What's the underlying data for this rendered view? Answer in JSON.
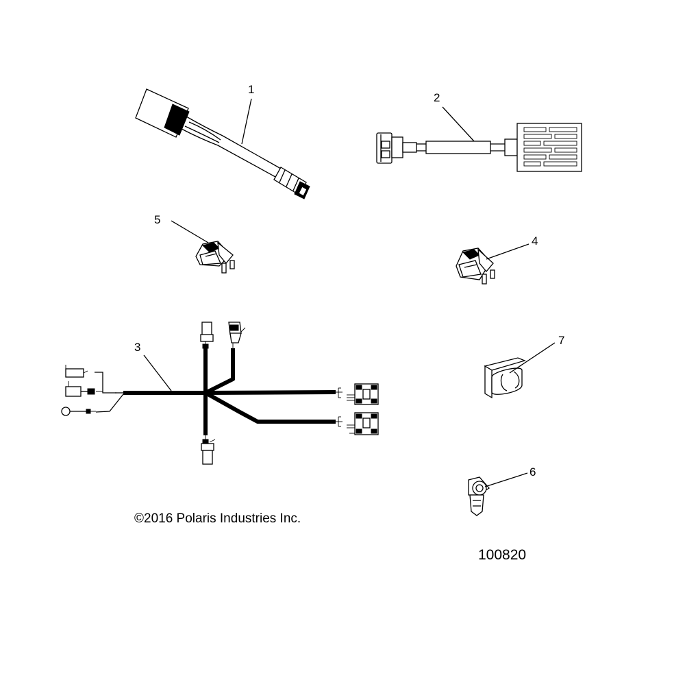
{
  "callouts": {
    "c1": "1",
    "c2": "2",
    "c3": "3",
    "c4": "4",
    "c5": "5",
    "c6": "6",
    "c7": "7"
  },
  "copyright": "©2016 Polaris Industries Inc.",
  "diagram_number": "100820"
}
